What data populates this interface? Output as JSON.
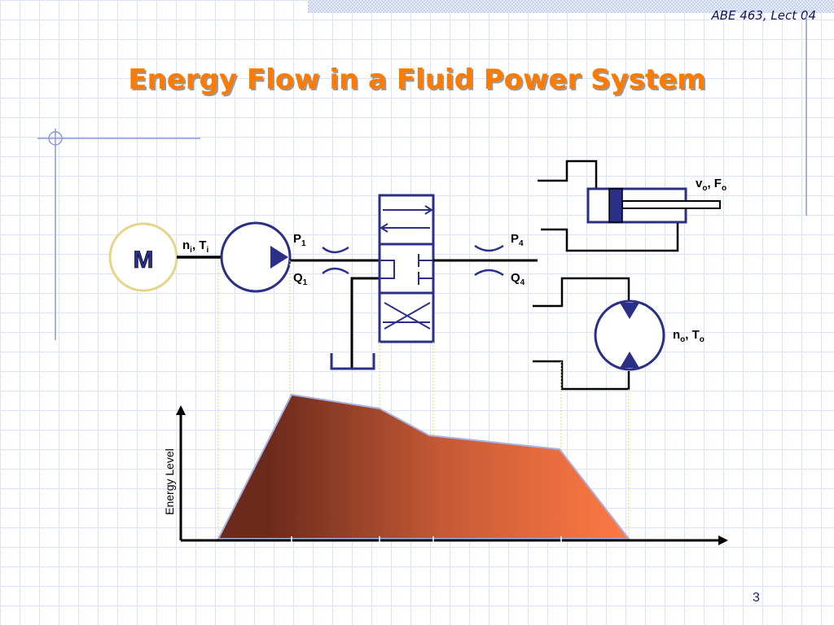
{
  "header": {
    "course": "ABE 463, Lect 04"
  },
  "slide": {
    "title": "Energy Flow in a Fluid Power System",
    "page_number": "3"
  },
  "diagram": {
    "motor_label": "M",
    "pump_input": {
      "n": "n",
      "n_sub": "i",
      "T": "T",
      "T_sub": "i"
    },
    "pump_out": {
      "P": "P",
      "P_sub": "1",
      "Q": "Q",
      "Q_sub": "1"
    },
    "valve_out": {
      "P": "P",
      "P_sub": "4",
      "Q": "Q",
      "Q_sub": "4"
    },
    "cylinder_out": {
      "v": "v",
      "v_sub": "o",
      "F": "F",
      "F_sub": "o"
    },
    "motor_out": {
      "n": "n",
      "n_sub": "o",
      "T": "T",
      "T_sub": "o"
    },
    "energy_axis_label": "Energy Level"
  },
  "colors": {
    "component_outline": "#2b2f86",
    "motor_ring": "#e6d48b",
    "title": "#ff7a00",
    "energy_fill_start": "#6b2a1c",
    "energy_fill_end": "#ff7a45"
  }
}
